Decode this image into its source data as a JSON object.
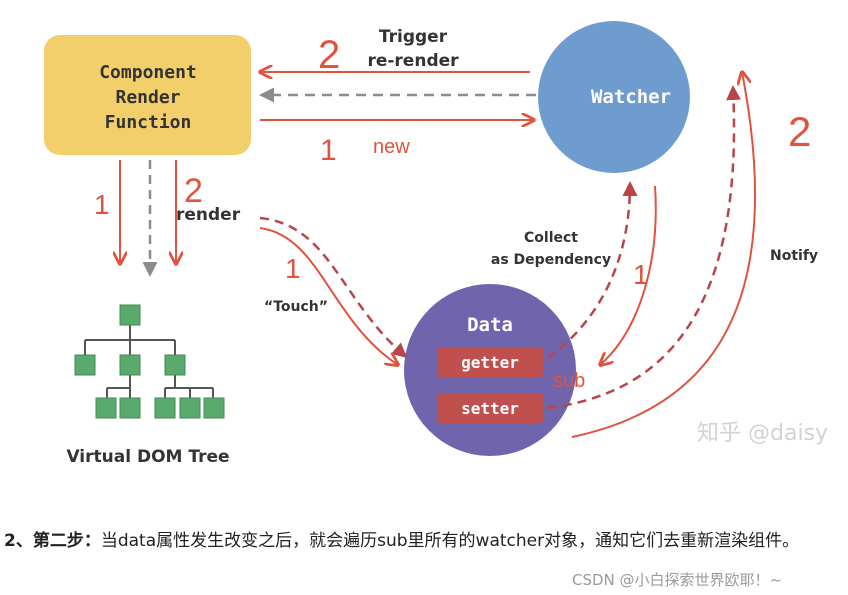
{
  "diagram": {
    "component": {
      "line1": "Component",
      "line2": "Render",
      "line3": "Function"
    },
    "watcher": {
      "label": "Watcher"
    },
    "data_node": {
      "label": "Data",
      "getter": "getter",
      "setter": "setter"
    },
    "vdom": {
      "label": "Virtual DOM Tree"
    },
    "edge_labels": {
      "trigger_line1": "Trigger",
      "trigger_line2": "re-render",
      "render": "render",
      "touch": "“Touch”",
      "collect_line1": "Collect",
      "collect_line2": "as Dependency",
      "notify": "Notify"
    },
    "annotations": {
      "new": "new",
      "sub": "sub",
      "mark_1_top": "1",
      "mark_1_left": "1",
      "mark_1_touch": "1",
      "mark_1_right": "1",
      "mark_2_top": "2",
      "mark_2_render": "2",
      "mark_2_right": "2"
    },
    "watermark": "知乎 @daisy",
    "colors": {
      "component_fill": "#f3cf6b",
      "watcher_fill": "#6f9ccf",
      "data_fill": "#7064ad",
      "getter_fill": "#c0504d",
      "node_green": "#5aaa6e",
      "annotation_red": "#e0533f"
    }
  },
  "article": {
    "step_label": "2、第二步：",
    "body": "当data属性发生改变之后，就会遍历sub里所有的watcher对象，通知它们去重新渲染组件。",
    "credit": "CSDN @小白探索世界欧耶！~"
  }
}
